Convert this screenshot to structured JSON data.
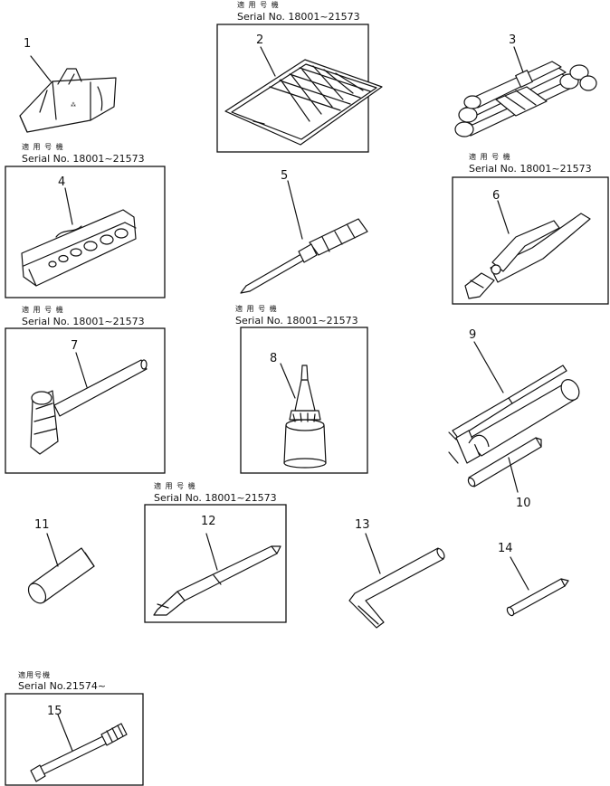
{
  "parts": [
    {
      "number": "1"
    },
    {
      "number": "2",
      "applicability_label": "適 用 号 機",
      "serial": "Serial No. 18001~21573"
    },
    {
      "number": "3"
    },
    {
      "number": "4",
      "applicability_label": "適 用 号 機",
      "serial": "Serial No. 18001~21573"
    },
    {
      "number": "5"
    },
    {
      "number": "6",
      "applicability_label": "適 用 号 機",
      "serial": "Serial No. 18001~21573"
    },
    {
      "number": "7",
      "applicability_label": "適 用 号 機",
      "serial": "Serial No. 18001~21573"
    },
    {
      "number": "8",
      "applicability_label": "適 用 号 機",
      "serial": "Serial No. 18001~21573"
    },
    {
      "number": "9"
    },
    {
      "number": "10"
    },
    {
      "number": "11"
    },
    {
      "number": "12",
      "applicability_label": "適 用 号 機",
      "serial": "Serial No. 18001~21573"
    },
    {
      "number": "13"
    },
    {
      "number": "14"
    },
    {
      "number": "15",
      "applicability_label": "適用号機",
      "serial": "Serial No.21574~"
    }
  ]
}
